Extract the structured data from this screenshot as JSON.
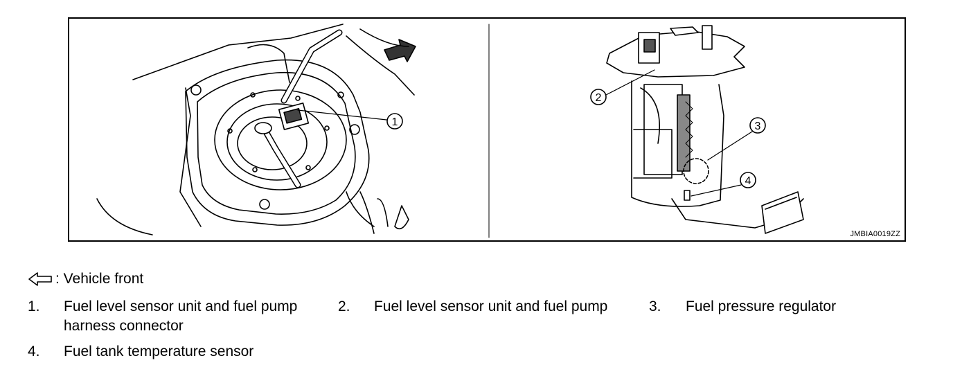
{
  "figure": {
    "id_label": "JMBIA0019ZZ",
    "callouts": [
      "1",
      "2",
      "3",
      "4"
    ]
  },
  "legend": {
    "arrow_icon": "outline-arrow-left-icon",
    "text": ": Vehicle front"
  },
  "parts": [
    {
      "number": "1.",
      "name": "Fuel level sensor unit and fuel pump",
      "name_line2": "harness connector"
    },
    {
      "number": "2.",
      "name": "Fuel level sensor unit and fuel pump"
    },
    {
      "number": "3.",
      "name": "Fuel pressure regulator"
    },
    {
      "number": "4.",
      "name": "Fuel tank temperature sensor"
    }
  ]
}
